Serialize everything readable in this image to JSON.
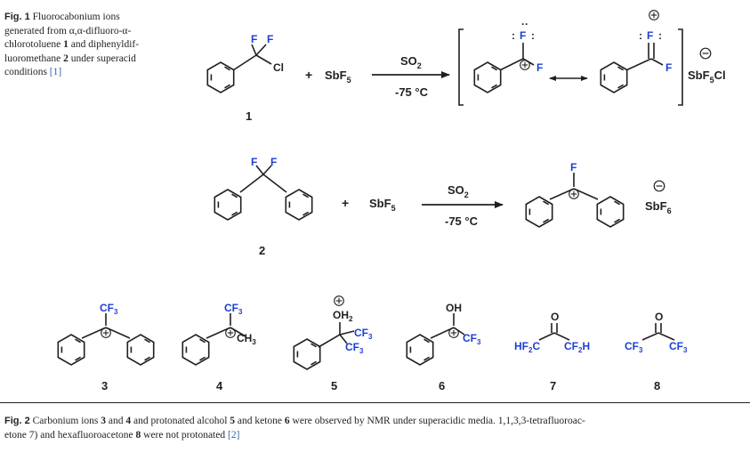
{
  "fig1": {
    "label": "Fig. 1",
    "lines": [
      "Fluorocabonium ions",
      "generated from α,α-difluoro-α-",
      "chlorotoluene",
      "and diphenyldif-",
      "luoromethane",
      "under superacid",
      "conditions",
      "[1]"
    ],
    "cmpd1": "1",
    "cmpd2": "2"
  },
  "fig2": {
    "label": "Fig. 2",
    "parts": [
      "Carbonium ions",
      "3",
      "and",
      "4",
      "and protonated alcohol",
      "5",
      "and ketone",
      "6",
      "were observed by NMR under superacidic media. 1,1,3,3-tetrafluoroac-",
      "etone 7) and hexafluoroacetone",
      "8",
      "were not protonated",
      "[2]"
    ]
  },
  "scheme": {
    "reagent_sbf5": "SbF5",
    "so2": "SO2",
    "temp": "-75 °C",
    "counterion1": "SbF5Cl",
    "counterion2": "SbF6",
    "F": "F",
    "Cl": "Cl",
    "plus": "+",
    "lone_pair": ":",
    "numbers": [
      "1",
      "2",
      "3",
      "4",
      "5",
      "6",
      "7",
      "8"
    ],
    "cf3": "CF3",
    "ch3": "CH3",
    "oh": "OH",
    "oh2": "OH2",
    "o": "O",
    "hf2c": "HF2C",
    "cf2h": "CF2H",
    "f3c": "CF3"
  }
}
